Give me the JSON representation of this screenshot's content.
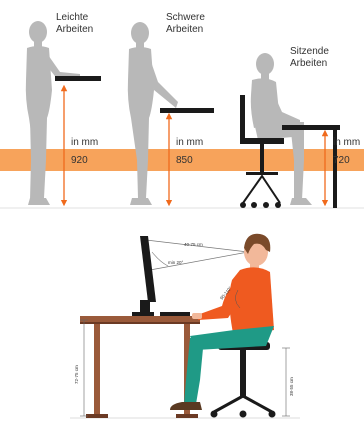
{
  "top_panel": {
    "categories": [
      {
        "label_line1": "Leichte",
        "label_line2": "Arbeiten",
        "unit": "in mm",
        "height_mm": "920"
      },
      {
        "label_line1": "Schwere",
        "label_line2": "Arbeiten",
        "unit": "in mm",
        "height_mm": "850"
      },
      {
        "label_line1": "Sitzende",
        "label_line2": "Arbeiten",
        "unit": "in mm",
        "height_mm": "720"
      }
    ]
  },
  "bottom_panel": {
    "eye_distance": "40-75 cm",
    "gaze_angle": "min 20°",
    "head_angle": "90-110°",
    "desk_height": "72-75 cm",
    "seat_height": "38-55 cm"
  },
  "colors": {
    "band": "#f7a35b",
    "figure": "#b8b8b8",
    "arrow": "#f06a1c",
    "furniture": "#1a1a1a",
    "desk_wood": "#9a5a3a",
    "shirt": "#ef5a20",
    "pants": "#1f9a86",
    "skin": "#f2b89a",
    "hair": "#7a4a2a"
  }
}
